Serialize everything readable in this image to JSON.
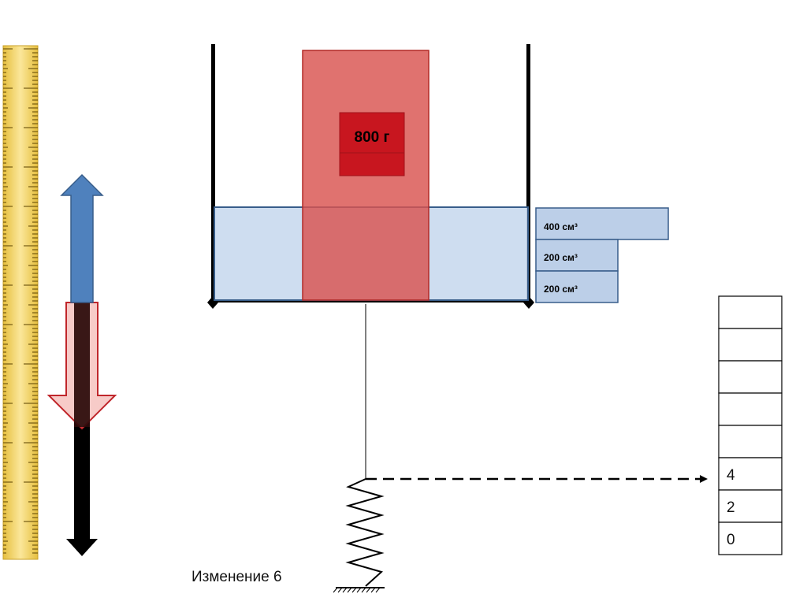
{
  "mass_block": {
    "label": "800 г"
  },
  "volume_blocks": [
    {
      "label": "400 см³"
    },
    {
      "label": "200 см³"
    },
    {
      "label": "200 см³"
    }
  ],
  "scale_table": {
    "values": [
      "",
      "",
      "",
      "",
      "",
      "4",
      "2",
      "0"
    ]
  },
  "caption": "Изменение 6",
  "colors": {
    "weight_block": "#d9534f",
    "water": "#c9d9ee",
    "arrow_up": "#4f81bd",
    "arrow_down_outline": "#c0504d",
    "ruler": "#f2d36b"
  }
}
